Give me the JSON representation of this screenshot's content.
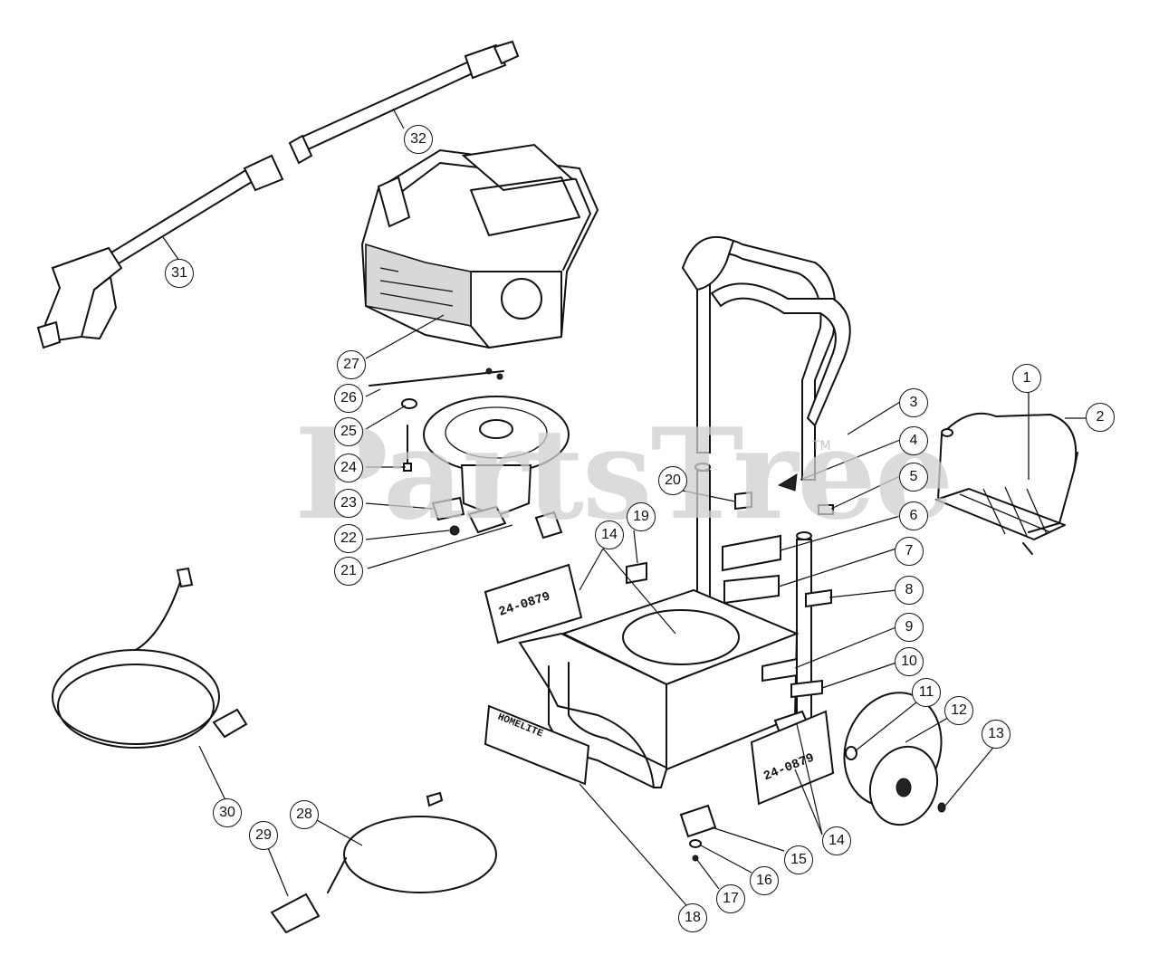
{
  "watermark": {
    "text": "PartsTree",
    "trademark": "TM"
  },
  "decals": {
    "model_number": "24-0879",
    "brand": "HOMELITE"
  },
  "labels": [
    {
      "id": "1"
    },
    {
      "id": "2"
    },
    {
      "id": "3"
    },
    {
      "id": "4"
    },
    {
      "id": "5"
    },
    {
      "id": "6"
    },
    {
      "id": "7"
    },
    {
      "id": "8"
    },
    {
      "id": "9"
    },
    {
      "id": "10"
    },
    {
      "id": "11"
    },
    {
      "id": "12"
    },
    {
      "id": "13"
    },
    {
      "id": "14"
    },
    {
      "id": "14"
    },
    {
      "id": "15"
    },
    {
      "id": "16"
    },
    {
      "id": "17"
    },
    {
      "id": "18"
    },
    {
      "id": "19"
    },
    {
      "id": "20"
    },
    {
      "id": "21"
    },
    {
      "id": "22"
    },
    {
      "id": "23"
    },
    {
      "id": "24"
    },
    {
      "id": "25"
    },
    {
      "id": "26"
    },
    {
      "id": "27"
    },
    {
      "id": "28"
    },
    {
      "id": "29"
    },
    {
      "id": "30"
    },
    {
      "id": "31"
    },
    {
      "id": "32"
    }
  ]
}
